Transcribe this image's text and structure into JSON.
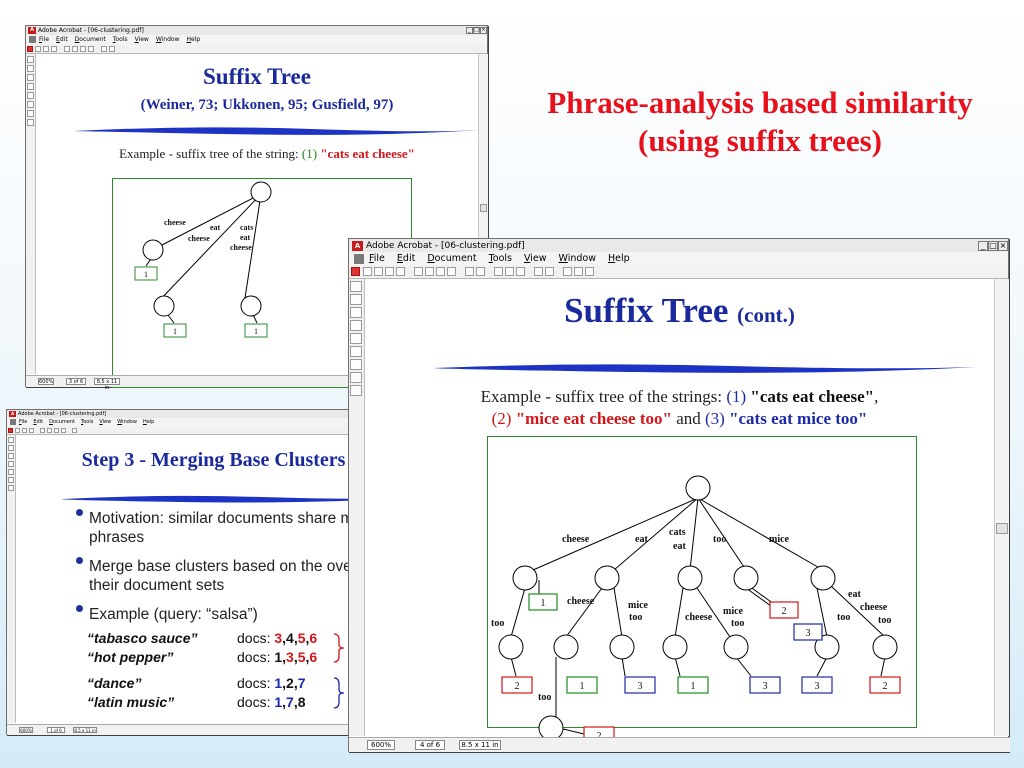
{
  "slide": {
    "title_line1": "Phrase-analysis based similarity",
    "title_line2": "(using suffix trees)"
  },
  "colors": {
    "slide_title": "#e8101a",
    "doc_title": "#1a2a9c",
    "green": "#1e8c1e",
    "red": "#d2161a",
    "blue": "#1a2aa8"
  },
  "windows": {
    "win1": {
      "title": "Adobe Acrobat - [06-clustering.pdf]",
      "menu": [
        "File",
        "Edit",
        "Document",
        "Tools",
        "View",
        "Window",
        "Help"
      ],
      "doc_title": "Suffix Tree",
      "doc_subtitle": "(Weiner, 73; Ukkonen, 95; Gusfield, 97)",
      "example_prefix": "Example - suffix tree of the string: ",
      "example_num": "(1)",
      "example_string": "\"cats eat cheese\"",
      "tree_labels": {
        "cheese": "cheese",
        "eat": "eat",
        "eat_cheese": "cheese",
        "cats": "cats",
        "cats_eat": "eat",
        "cats_cheese": "cheese"
      },
      "leaves": [
        "1",
        "1",
        "1"
      ],
      "status": {
        "zoom": "600%",
        "page": "3 of 6",
        "size": "8.5 x 11 in"
      }
    },
    "win2": {
      "title": "Adobe Acrobat - [06-clustering.pdf]",
      "menu": [
        "File",
        "Edit",
        "Document",
        "Tools",
        "View",
        "Window",
        "Help"
      ],
      "doc_title": "Step 3 - Merging Base Clusters",
      "bullets": [
        "Motivation:  similar documents share multiple phrases",
        "Merge base clusters based on the overlap of their document sets",
        "Example (query: “salsa”)"
      ],
      "examples": [
        {
          "q": "“tabasco sauce”",
          "docs_label": "docs: ",
          "nums": [
            {
              "v": "3",
              "c": "red"
            },
            {
              "v": ",",
              "c": "k"
            },
            {
              "v": "4",
              "c": "k"
            },
            {
              "v": ",",
              "c": "k"
            },
            {
              "v": "5",
              "c": "red"
            },
            {
              "v": ",",
              "c": "k"
            },
            {
              "v": "6",
              "c": "red"
            }
          ]
        },
        {
          "q": "“hot pepper”",
          "docs_label": "docs: ",
          "nums": [
            {
              "v": "1",
              "c": "k"
            },
            {
              "v": ",",
              "c": "k"
            },
            {
              "v": "3",
              "c": "red"
            },
            {
              "v": ",",
              "c": "k"
            },
            {
              "v": "5",
              "c": "red"
            },
            {
              "v": ",",
              "c": "k"
            },
            {
              "v": "6",
              "c": "red"
            }
          ]
        },
        {
          "q": "“dance”",
          "docs_label": "docs: ",
          "nums": [
            {
              "v": "1",
              "c": "blue"
            },
            {
              "v": ",",
              "c": "k"
            },
            {
              "v": "2",
              "c": "k"
            },
            {
              "v": ",",
              "c": "k"
            },
            {
              "v": "7",
              "c": "blue"
            }
          ]
        },
        {
          "q": "“latin music”",
          "docs_label": "docs: ",
          "nums": [
            {
              "v": "1",
              "c": "blue"
            },
            {
              "v": ",",
              "c": "k"
            },
            {
              "v": "7",
              "c": "blue"
            },
            {
              "v": ",",
              "c": "k"
            },
            {
              "v": "8",
              "c": "k"
            }
          ]
        }
      ],
      "status": {
        "zoom": "600%",
        "page": "1 of 6",
        "size": "8.5 x 11 in"
      }
    },
    "win3": {
      "title": "Adobe Acrobat - [06-clustering.pdf]",
      "menu": [
        "File",
        "Edit",
        "Document",
        "Tools",
        "View",
        "Window",
        "Help"
      ],
      "doc_title": "Suffix Tree",
      "doc_title_suffix": "(cont.)",
      "ex_prefix": "Example - suffix tree of the strings: ",
      "ex1_num": "(1)",
      "ex1_str": "\"cats eat cheese\"",
      "ex_comma": ",",
      "ex2_num": "(2)",
      "ex2_str": "\"mice eat cheese too\"",
      "ex_and": " and ",
      "ex3_num": "(3)",
      "ex3_str": "\"cats eat mice too\"",
      "edges": {
        "cheese": "cheese",
        "eat": "eat",
        "cats1": "cats",
        "cats2": "eat",
        "too": "too",
        "mice": "mice",
        "cheese_too": "too",
        "eat_cheese": "cheese",
        "eat_mice1": "mice",
        "eat_mice2": "too",
        "cats_cheese": "cheese",
        "cats_mice1": "mice",
        "cats_mice2": "too",
        "mice_eat1": "eat",
        "mice_eat2": "cheese",
        "mice_eat3": "too",
        "mice_too": "too",
        "cheese_too2": "too"
      },
      "leaves": [
        "1",
        "2",
        "1",
        "3",
        "1",
        "3",
        "2",
        "3",
        "3",
        "2",
        "2"
      ],
      "status": {
        "zoom": "600%",
        "page": "4 of 6",
        "size": "8.5 x 11 in"
      }
    }
  }
}
